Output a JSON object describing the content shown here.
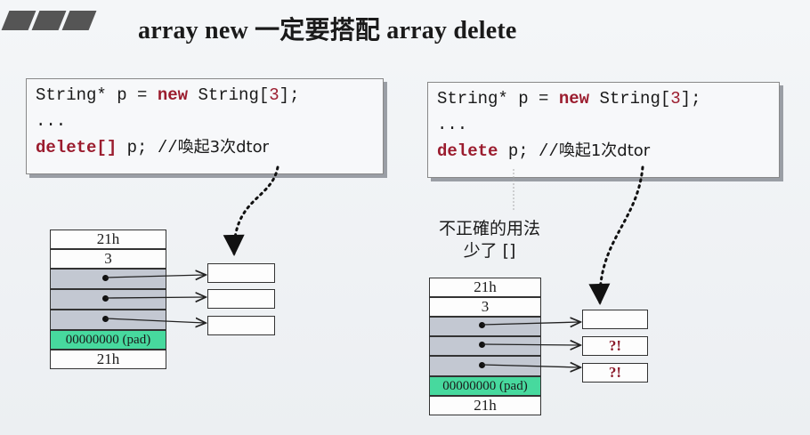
{
  "title": "array new 一定要搭配 array delete",
  "left": {
    "code_line1_a": "String* p = ",
    "code_line1_new": "new",
    "code_line1_b": " String[",
    "code_line1_num": "3",
    "code_line1_c": "];",
    "code_line2": "...",
    "code_line3_kw": "delete[]",
    "code_line3_b": " p; //",
    "code_line3_comment": "喚起3次dtor",
    "cells": [
      "21h",
      "3",
      "",
      "",
      "",
      "00000000 (pad)",
      "21h"
    ]
  },
  "right": {
    "code_line1_a": "String* p = ",
    "code_line1_new": "new",
    "code_line1_b": " String[",
    "code_line1_num": "3",
    "code_line1_c": "];",
    "code_line2": "...",
    "code_line3_kw": "delete",
    "code_line3_b": " p; //",
    "code_line3_comment": "喚起1次dtor",
    "note_line1": "不正確的用法",
    "note_line2": "少了 []",
    "cells": [
      "21h",
      "3",
      "",
      "",
      "",
      "00000000 (pad)",
      "21h"
    ],
    "objects": [
      "",
      "?!",
      "?!"
    ]
  }
}
